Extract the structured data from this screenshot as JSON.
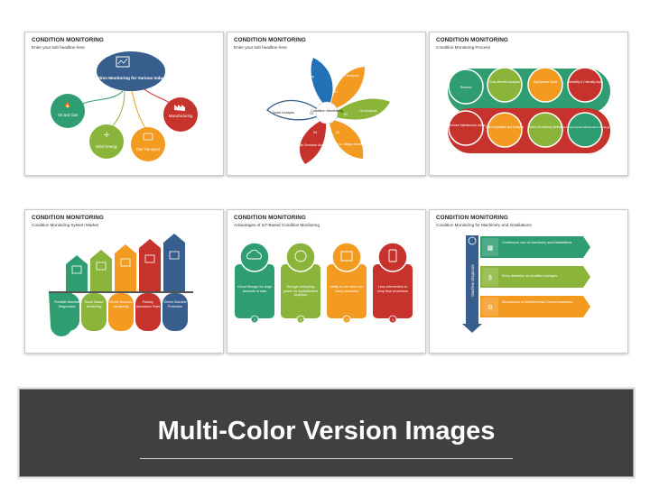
{
  "slides": [
    {
      "title": "CONDITION MONITORING",
      "subtitle": "Enter your sub headline here",
      "center": "Condition Monitoring for Various Industries",
      "nodes": [
        "Oil and Gas",
        "Wind Energy",
        "Rail Transport",
        "Manufacturing"
      ]
    },
    {
      "title": "CONDITION MONITORING",
      "subtitle": "Enter your sub headline here",
      "center": "Condition Monitoring",
      "petals": [
        {
          "num": "01",
          "label": "Vibration Analysis"
        },
        {
          "num": "02",
          "label": "Oil Analysis"
        },
        {
          "num": "03",
          "label": "Current & Voltage Monitoring"
        },
        {
          "num": "04",
          "label": "Acoustic Emission Analysis"
        },
        {
          "num": "05",
          "label": "Noise Analysis"
        },
        {
          "num": "06",
          "label": "Thermography"
        }
      ]
    },
    {
      "title": "CONDITION MONITORING",
      "subtitle": "Condition Monitoring Process",
      "steps_top": [
        "Review",
        "Cost-Benefit Analysis",
        "Equipment Audit",
        "Reliability & Criticality Audit"
      ],
      "steps_bottom": [
        "Determine Maintenance Action",
        "Data Acquisition and Analysis",
        "Select Monitoring Method",
        "Select Appropriate Maintenance Strategy"
      ]
    },
    {
      "title": "CONDITION MONITORING",
      "subtitle": "Condition Monitoring System Market",
      "items": [
        "Portable Machine Diagnostics",
        "Route Based Monitoring",
        "Online Machine Monitoring",
        "Factory Assurance Tests",
        "Online Machine Protection"
      ]
    },
    {
      "title": "CONDITION MONITORING",
      "subtitle": "Advantages of IoT-Based Condition Monitoring",
      "cards": [
        {
          "num": "1",
          "label": "Cloud Storage for large amounts of data"
        },
        {
          "num": "2",
          "label": "Enough computing power for sophisticated Analytics"
        },
        {
          "num": "3",
          "label": "Ability to use data from many machines"
        },
        {
          "num": "4",
          "label": "Less intervention to shop floor processes"
        }
      ]
    },
    {
      "title": "CONDITION MONITORING",
      "subtitle": "Condition Monitoring for Machinery and Installations",
      "vertical": "Machine Diagnosis",
      "rows": [
        "Continuous use of machinery and installations",
        "Early detection of condition changes",
        "Introduction of effectiveness Countermeasures"
      ]
    }
  ],
  "banner_title": "Multi-Color Version Images"
}
